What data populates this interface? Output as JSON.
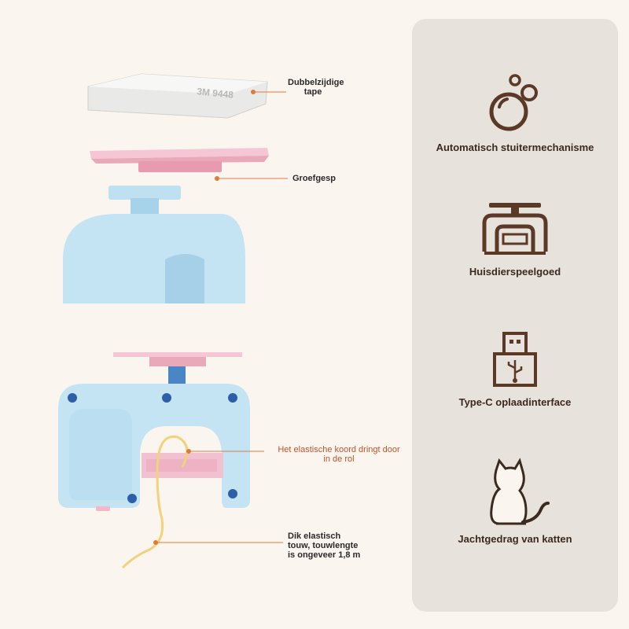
{
  "callouts": {
    "tape": [
      "Dubbelzijdige",
      "tape"
    ],
    "buckle": "Groefgesp",
    "cord_through": [
      "Het elastische koord dringt door",
      "in de rol"
    ],
    "thick_cord": [
      "Dik elastisch",
      "touw, touwlengte",
      "is ongeveer 1,8 m"
    ]
  },
  "tape_print": "3M 9448",
  "features": [
    {
      "label": "Automatisch stuitermechanisme",
      "icon": "bubbles-icon"
    },
    {
      "label": "Huisdierspeelgoed",
      "icon": "pet-toy-icon"
    },
    {
      "label": "Type-C oplaadinterface",
      "icon": "usb-icon"
    },
    {
      "label": "Jachtgedrag van katten",
      "icon": "cat-icon"
    }
  ],
  "colors": {
    "background": "#faf5ef",
    "panel": "#e8e2dd",
    "icon": "#5a3a26",
    "callout_line": "#e07a3a",
    "body_blue": "#bfe0f0",
    "plate_pink": "#f2b8c8",
    "cord_yellow": "#f5d36a"
  }
}
